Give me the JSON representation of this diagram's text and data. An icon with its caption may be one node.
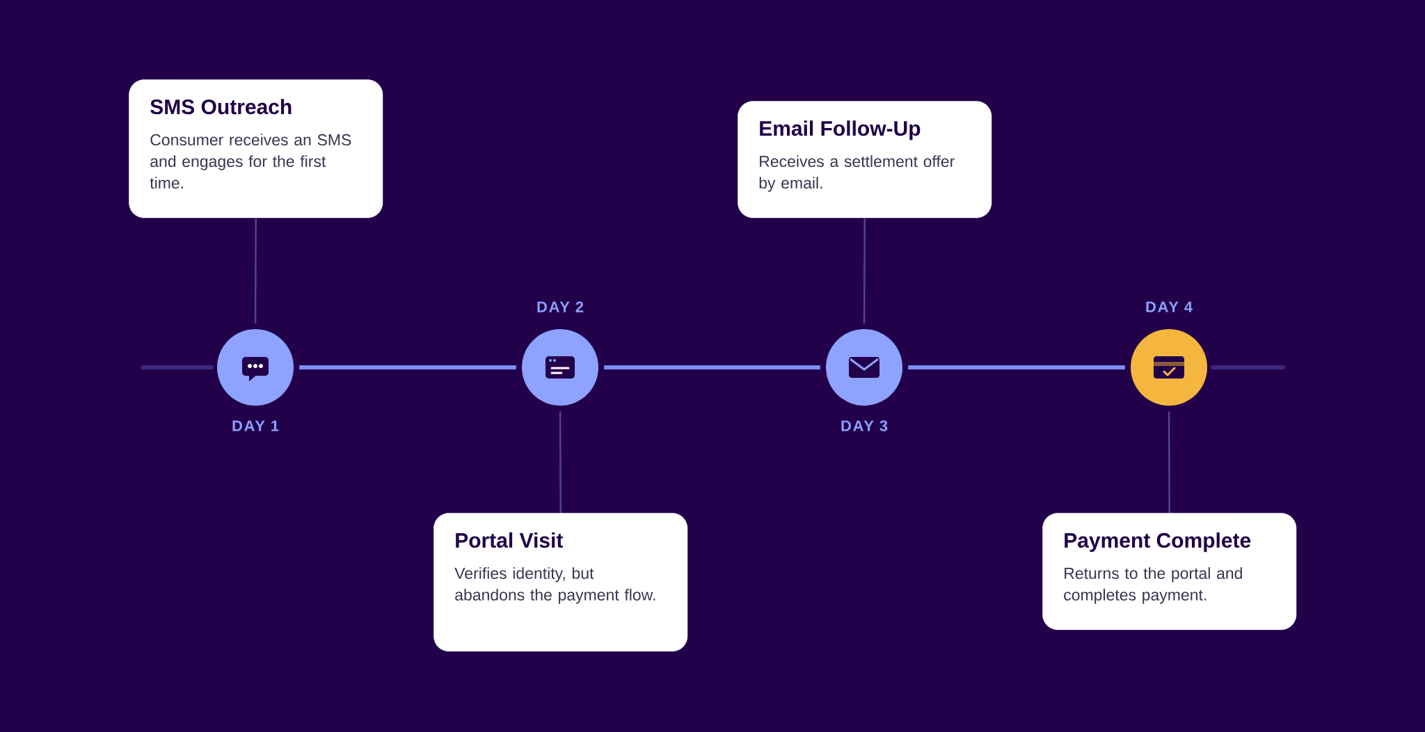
{
  "diagram": {
    "nodes": [
      {
        "text": [
          "SMS Outreach",
          "Consumer receives an SMS and engages for the first time."
        ]
      },
      {
        "text": [
          "Portal Visit",
          "Verifies identity, but abandons the payment flow."
        ]
      },
      {
        "text": [
          "Email Follow-Up",
          "Receives a settlement offer by email."
        ]
      },
      {
        "text": [
          "Payment Complete",
          "Returns to the portal and completes payment."
        ]
      },
      {
        "text": [],
        "shape": "circle",
        "beside": [
          "DAY 1"
        ]
      },
      {
        "text": [],
        "shape": "circle",
        "beside": [
          "DAY 2"
        ]
      },
      {
        "text": [],
        "shape": "circle",
        "beside": [
          "DAY 3"
        ]
      },
      {
        "text": [],
        "shape": "circle",
        "beside": [
          "DAY 4"
        ]
      }
    ],
    "edges": [
      {
        "from": 0,
        "to": 4,
        "arrow": "none"
      },
      {
        "from": 1,
        "to": 5,
        "arrow": "none"
      },
      {
        "from": 2,
        "to": 6,
        "arrow": "none"
      },
      {
        "from": 3,
        "to": 7,
        "arrow": "none"
      },
      {
        "from": null,
        "to": 4,
        "arrow": "none",
        "color": "#3b2a80"
      },
      {
        "from": 4,
        "to": 5,
        "arrow": "none",
        "color": "#7d8ff5"
      },
      {
        "from": 5,
        "to": 6,
        "arrow": "none",
        "color": "#7d8ff5"
      },
      {
        "from": 6,
        "to": 7,
        "arrow": "none",
        "color": "#7d8ff5"
      },
      {
        "from": 7,
        "to": null,
        "arrow": "none",
        "color": "#3b2a80"
      }
    ]
  }
}
